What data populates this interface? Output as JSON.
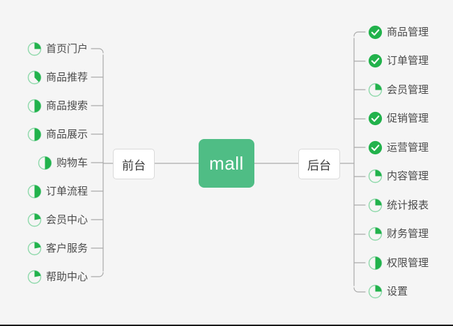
{
  "diagram": {
    "title": "mall",
    "center": {
      "label": "mall",
      "color": "#4FBD85"
    },
    "branches": [
      {
        "side": "left",
        "node_label": "前台",
        "items": [
          {
            "label": "首页门户",
            "icon": "pie-progress-icon",
            "progress": 25,
            "status": "in-progress"
          },
          {
            "label": "商品推荐",
            "icon": "pie-progress-icon",
            "progress": 38,
            "status": "in-progress"
          },
          {
            "label": "商品搜索",
            "icon": "pie-progress-icon",
            "progress": 50,
            "status": "in-progress"
          },
          {
            "label": "商品展示",
            "icon": "pie-progress-icon",
            "progress": 50,
            "status": "in-progress"
          },
          {
            "label": "购物车",
            "icon": "pie-progress-icon",
            "progress": 50,
            "status": "in-progress"
          },
          {
            "label": "订单流程",
            "icon": "pie-progress-icon",
            "progress": 50,
            "status": "in-progress"
          },
          {
            "label": "会员中心",
            "icon": "pie-progress-icon",
            "progress": 22,
            "status": "in-progress"
          },
          {
            "label": "客户服务",
            "icon": "pie-progress-icon",
            "progress": 22,
            "status": "in-progress"
          },
          {
            "label": "帮助中心",
            "icon": "pie-progress-icon",
            "progress": 22,
            "status": "in-progress"
          }
        ]
      },
      {
        "side": "right",
        "node_label": "后台",
        "items": [
          {
            "label": "商品管理",
            "icon": "check-circle-icon",
            "progress": 100,
            "status": "done"
          },
          {
            "label": "订单管理",
            "icon": "check-circle-icon",
            "progress": 100,
            "status": "done"
          },
          {
            "label": "会员管理",
            "icon": "pie-progress-icon",
            "progress": 25,
            "status": "in-progress"
          },
          {
            "label": "促销管理",
            "icon": "check-circle-icon",
            "progress": 100,
            "status": "done"
          },
          {
            "label": "运营管理",
            "icon": "check-circle-icon",
            "progress": 100,
            "status": "done"
          },
          {
            "label": "内容管理",
            "icon": "pie-progress-icon",
            "progress": 25,
            "status": "in-progress"
          },
          {
            "label": "统计报表",
            "icon": "pie-progress-icon",
            "progress": 25,
            "status": "in-progress"
          },
          {
            "label": "财务管理",
            "icon": "pie-progress-icon",
            "progress": 25,
            "status": "in-progress"
          },
          {
            "label": "权限管理",
            "icon": "pie-progress-icon",
            "progress": 50,
            "status": "in-progress"
          },
          {
            "label": "设置",
            "icon": "pie-progress-icon",
            "progress": 25,
            "status": "in-progress"
          }
        ]
      }
    ],
    "colors": {
      "background": "#f5f5f5",
      "center_fill": "#4FBD85",
      "center_text": "#ffffff",
      "node_fill": "#ffffff",
      "node_border": "#d9d9d9",
      "node_text": "#3c3c3c",
      "leaf_text": "#4a4a4a",
      "connector": "#aaaaaa",
      "icon_done": "#22b24c",
      "icon_progress_fill": "#22b24c",
      "icon_ring": "#8fd9ab"
    }
  }
}
